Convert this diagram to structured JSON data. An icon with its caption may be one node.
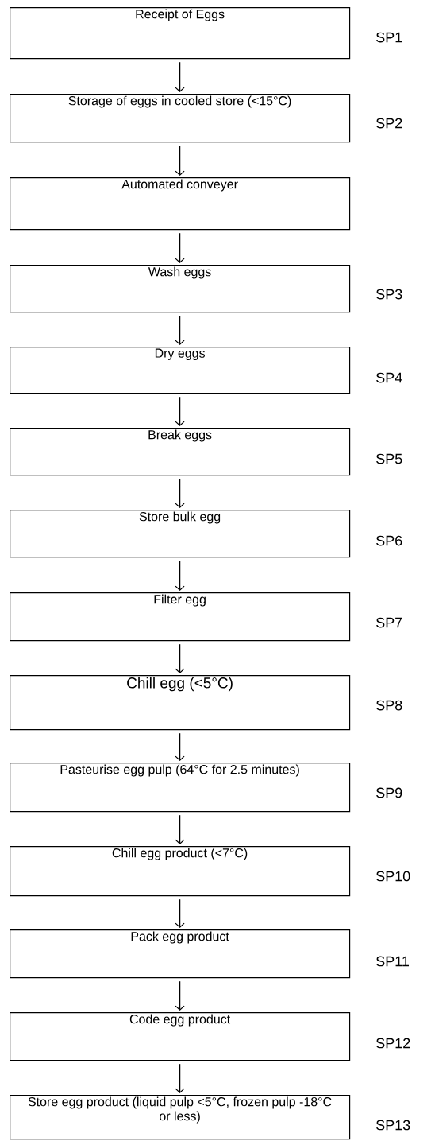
{
  "diagram": {
    "nodes": [
      {
        "text": [
          "Receipt of Eggs"
        ],
        "beside": [
          "SP1"
        ]
      },
      {
        "text": [
          "Storage of eggs in cooled store (<15°C)"
        ],
        "beside": [
          "SP2"
        ]
      },
      {
        "text": [
          "Automated conveyer"
        ]
      },
      {
        "text": [
          "Wash eggs"
        ],
        "beside": [
          "SP3"
        ]
      },
      {
        "text": [
          "Dry eggs"
        ],
        "beside": [
          "SP4"
        ]
      },
      {
        "text": [
          "Break eggs"
        ],
        "beside": [
          "SP5"
        ]
      },
      {
        "text": [
          "Store bulk egg"
        ],
        "beside": [
          "SP6"
        ]
      },
      {
        "text": [
          "Filter egg"
        ],
        "beside": [
          "SP7"
        ]
      },
      {
        "text": [
          "Chill egg (<5°C)"
        ],
        "beside": [
          "SP8"
        ]
      },
      {
        "text": [
          "Pasteurise egg pulp (64°C for 2.5 minutes)"
        ],
        "beside": [
          "SP9"
        ]
      },
      {
        "text": [
          "Chill egg product (<7°C)"
        ],
        "beside": [
          "SP10"
        ]
      },
      {
        "text": [
          "Pack egg product"
        ],
        "beside": [
          "SP11"
        ]
      },
      {
        "text": [
          "Code egg product"
        ],
        "beside": [
          "SP12"
        ]
      },
      {
        "text": [
          "Store egg product (liquid pulp <5°C, frozen pulp -18°C or less)"
        ],
        "beside": [
          "SP13"
        ]
      }
    ],
    "edges": [
      {
        "from": 0,
        "to": 1,
        "arrow": "to"
      },
      {
        "from": 1,
        "to": 2,
        "arrow": "to"
      },
      {
        "from": 2,
        "to": 3,
        "arrow": "to"
      },
      {
        "from": 3,
        "to": 4,
        "arrow": "to"
      },
      {
        "from": 4,
        "to": 5,
        "arrow": "to"
      },
      {
        "from": 5,
        "to": 6,
        "arrow": "to"
      },
      {
        "from": 6,
        "to": 7,
        "arrow": "to"
      },
      {
        "from": 7,
        "to": 8,
        "arrow": "to"
      },
      {
        "from": 8,
        "to": 9,
        "arrow": "to"
      },
      {
        "from": 9,
        "to": 10,
        "arrow": "to"
      },
      {
        "from": 10,
        "to": 11,
        "arrow": "to"
      },
      {
        "from": 11,
        "to": 12,
        "arrow": "to"
      },
      {
        "from": 12,
        "to": 13,
        "arrow": "to"
      }
    ]
  }
}
